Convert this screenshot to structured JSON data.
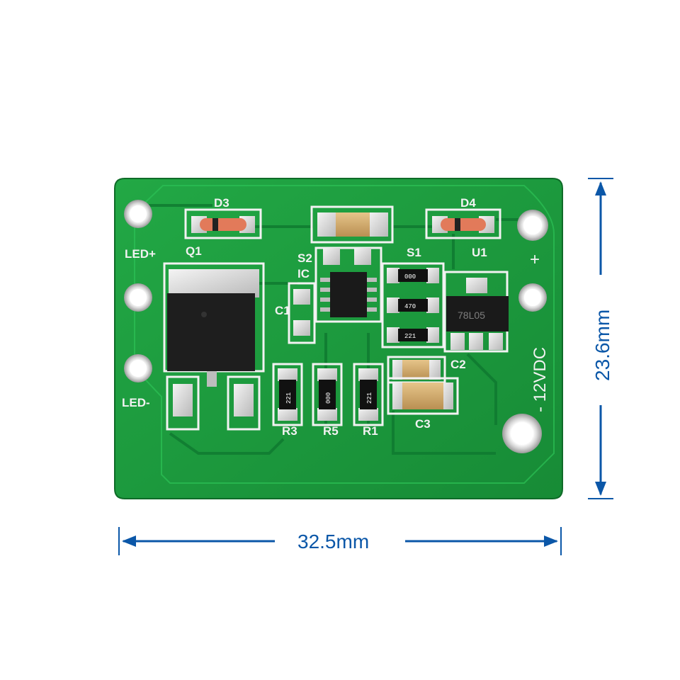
{
  "dimensions": {
    "width_label": "32.5mm",
    "height_label": "23.6mm"
  },
  "silkscreen": {
    "d3": "D3",
    "d4": "D4",
    "q1": "Q1",
    "u1": "U1",
    "s2": "S2",
    "s1": "S1",
    "ic": "IC",
    "c1": "C1",
    "c2": "C2",
    "c3": "C3",
    "r3": "R3",
    "r5": "R5",
    "r1": "R1",
    "led_plus": "LED+",
    "led_minus": "LED-",
    "plus": "+",
    "voltage": "- 12VDC"
  },
  "component_codes": {
    "s1_top": "000",
    "s1_mid": "470",
    "s1_bot": "221",
    "r3": "221",
    "r5": "000",
    "r1": "221",
    "regulator": "78L05"
  },
  "colors": {
    "pcb_green": "#1a9a3c",
    "dimension_blue": "#0b57a8"
  }
}
